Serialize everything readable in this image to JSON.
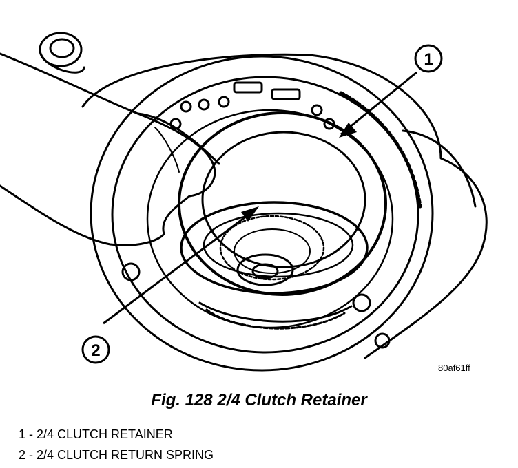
{
  "figure": {
    "callouts": [
      {
        "number": "1"
      },
      {
        "number": "2"
      }
    ],
    "image_code": "80af61ff"
  },
  "caption": "Fig. 128 2/4 Clutch Retainer",
  "legend": [
    "1 - 2/4 CLUTCH RETAINER",
    "2 - 2/4 CLUTCH RETURN SPRING"
  ]
}
